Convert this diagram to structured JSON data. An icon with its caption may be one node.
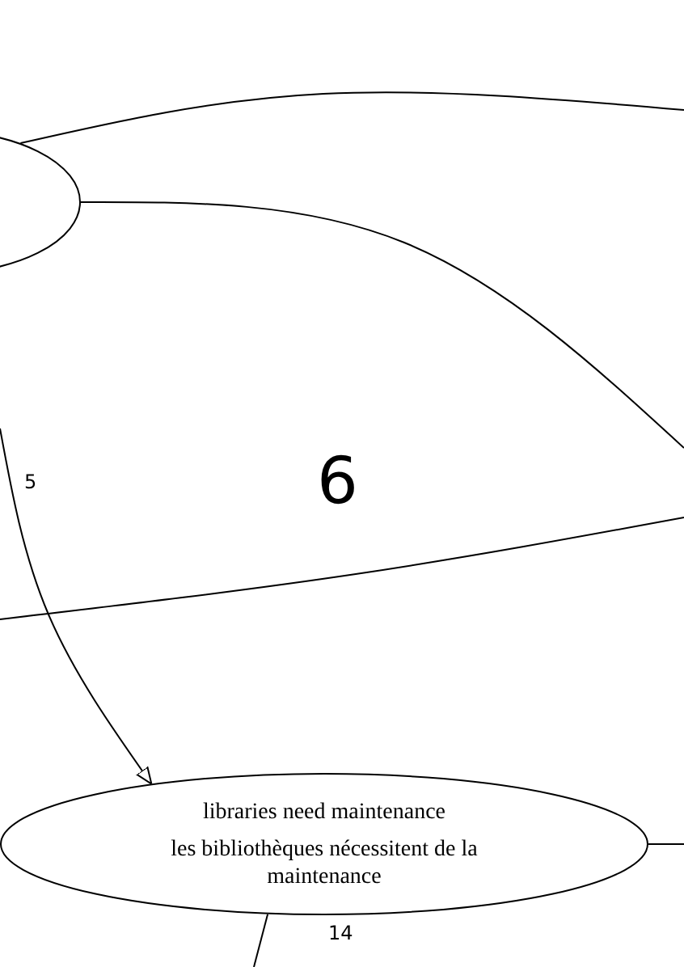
{
  "diagram": {
    "nodes": [
      {
        "text": [],
        "shape": "ellipse"
      },
      {
        "text": [
          "libraries need maintenance",
          "les bibliothèques nécessitent de la maintenance"
        ]
      }
    ],
    "edges": [
      {
        "from": 0,
        "to": null,
        "arrow": "none"
      },
      {
        "from": 0,
        "to": null,
        "arrow": "none"
      },
      {
        "from": null,
        "to": 1,
        "arrow": "to",
        "label": "5"
      },
      {
        "from": 1,
        "to": null,
        "arrow": "none"
      },
      {
        "from": 1,
        "to": null,
        "arrow": "none",
        "label": "14"
      }
    ],
    "labels": [
      "6"
    ]
  }
}
